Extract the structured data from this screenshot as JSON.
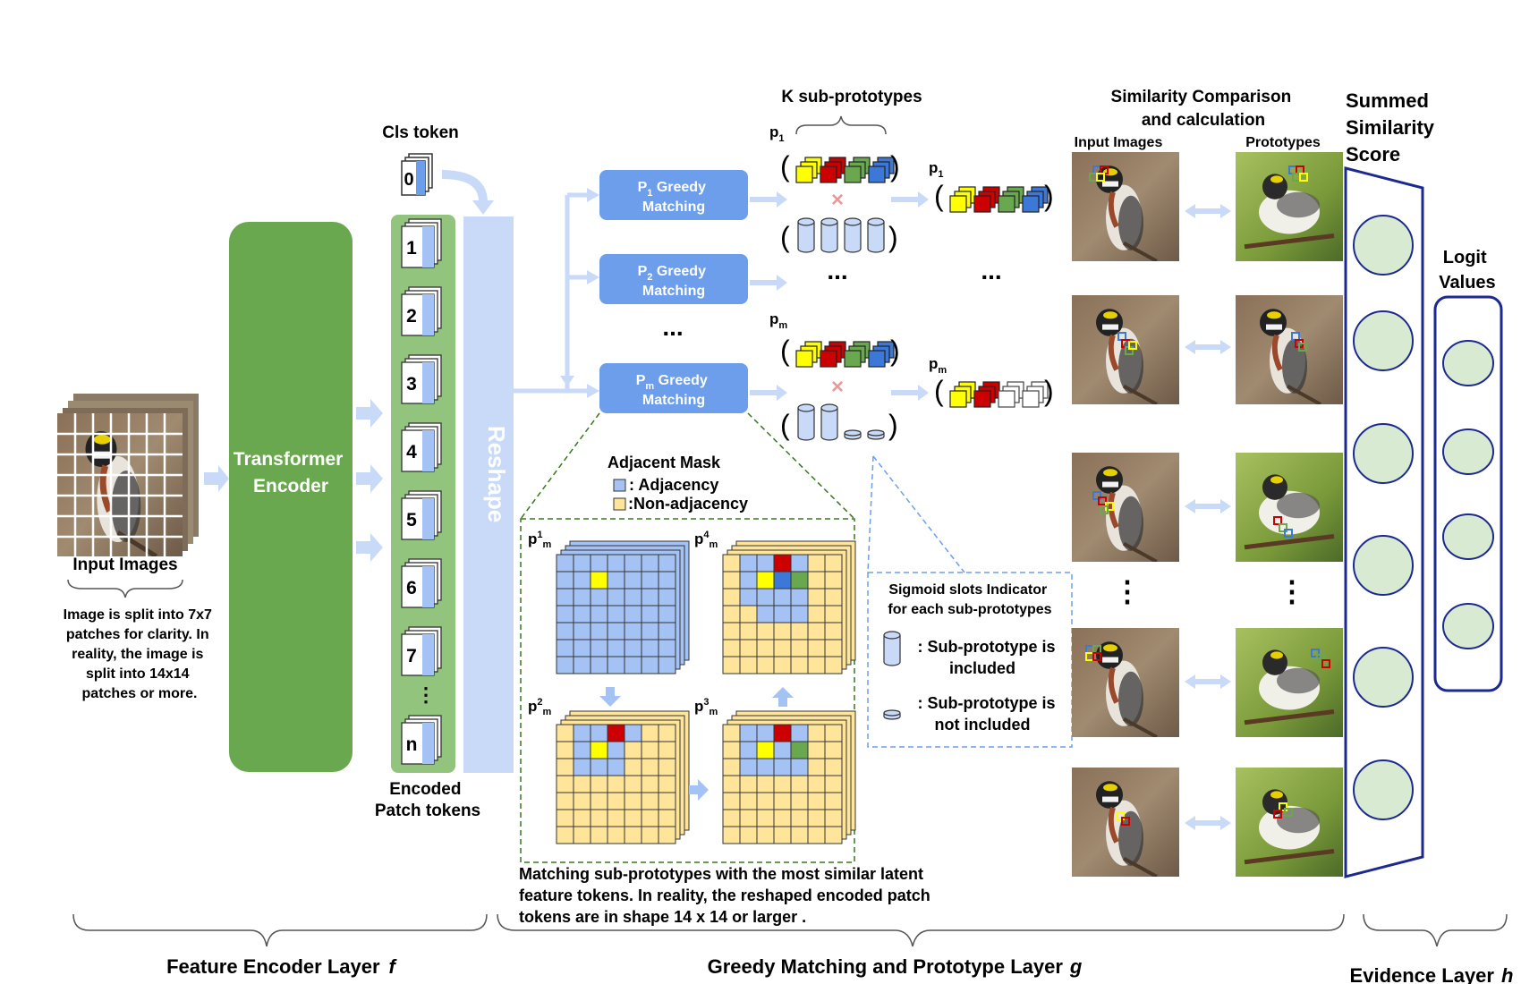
{
  "feature_encoder": {
    "input_images_label": "Input Images",
    "note_lines": [
      "Image is split into 7x7",
      "patches for clarity. In",
      "reality, the image is",
      "split into 14x14",
      "patches or more."
    ],
    "transformer_line1": "Transformer",
    "transformer_line2": "Encoder",
    "cls_token_label": "Cls token",
    "cls_index": "0",
    "patch_indices": [
      "1",
      "2",
      "3",
      "4",
      "5",
      "6",
      "7",
      "n"
    ],
    "encoded_line1": "Encoded",
    "encoded_line2": "Patch tokens",
    "reshape_label": "Reshape",
    "section_label": "Feature Encoder Layer",
    "section_symbol": "f"
  },
  "greedy": {
    "k_label": "K sub-prototypes",
    "p_base": "p",
    "sub_1": "1",
    "sub_m": "m",
    "block_line2": "Greedy",
    "block_line3": "Matching",
    "block_1_sub": "1",
    "block_2_sub": "2",
    "block_m_sub": "m",
    "block_P": "P",
    "ellipsis": "...",
    "adj_title": "Adjacent Mask",
    "adj_legend": ": Adjacency",
    "nonadj_legend": ":Non-adjacency",
    "grid_sups": [
      "1",
      "4",
      "2",
      "3"
    ],
    "note_lines": [
      "Matching sub-prototypes with the most similar latent",
      "feature tokens. In reality, the reshaped encoded patch",
      "tokens are in shape 14 x 14 or larger ."
    ],
    "sigmoid_title1": "Sigmoid slots Indicator",
    "sigmoid_title2": "for each sub-prototypes",
    "included_line1": ": Sub-prototype is",
    "included_line2": "included",
    "not_included_line1": ": Sub-prototype is",
    "not_included_line2": "not included",
    "section_label": "Greedy Matching and Prototype Layer",
    "section_symbol": "g"
  },
  "similarity": {
    "title_line1": "Similarity Comparison",
    "title_line2": "and calculation",
    "input_label": "Input Images",
    "prototypes_label": "Prototypes"
  },
  "evidence": {
    "summed_line1": "Summed",
    "summed_line2": "Similarity",
    "summed_line3": "Score",
    "logit_line1": "Logit",
    "logit_line2": "Values",
    "section_label": "Evidence Layer",
    "section_symbol": "h"
  },
  "colors": {
    "green_dark": "#6aa84f",
    "green_light": "#93c47d",
    "blue_token": "#6d9eeb",
    "light_blue": "#c9daf8",
    "block_blue": "#6d9eeb",
    "adj_blue": "#a4c2f4",
    "nonadj_yellow": "#ffe599",
    "proto_yellow": "#ffff00",
    "proto_red": "#cc0000",
    "proto_green": "#6aa84f",
    "proto_blue": "#3c78d8",
    "evidence_navy": "#1c2a8f",
    "circle_fill": "#d9ead3",
    "cross_pink": "#ea9999"
  },
  "icons": [
    "bird-photo",
    "cube-stack-icon",
    "cylinder-slot-icon",
    "cross-icon",
    "arrow-icon",
    "brace-icon"
  ]
}
